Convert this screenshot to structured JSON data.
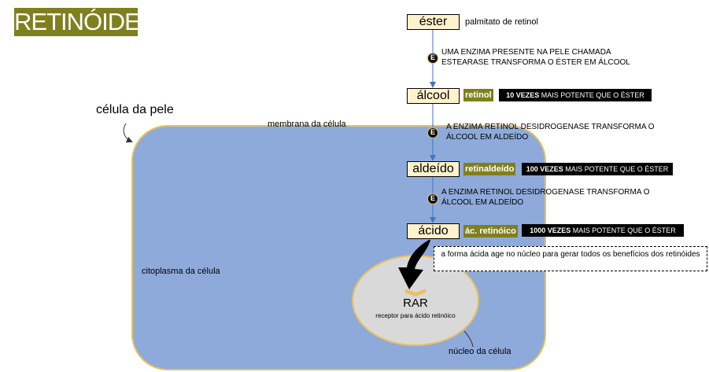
{
  "title": "RETINÓIDES",
  "labels": {
    "skin": "célula da pele",
    "membrane": "membrana da célula",
    "cytoplasm": "citoplasma da célula",
    "nucleus": "núcleo da célula"
  },
  "stages": {
    "ester": {
      "box": "éster",
      "name": "palmitato de retinol"
    },
    "alcool": {
      "box": "álcool",
      "name": "retinol",
      "potency_bold": "10 VEZES",
      "potency_rest": " MAIS POTENTE QUE O ÉSTER"
    },
    "aldeido": {
      "box": "aldeído",
      "name": "retinaldeído",
      "potency_bold": "100 VEZES",
      "potency_rest": " MAIS POTENTE QUE O ÉSTER"
    },
    "acido": {
      "box": "ácido",
      "name": "ác. retinóico",
      "potency_bold": "1000 VEZES",
      "potency_rest": " MAIS POTENTE QUE O ÉSTER"
    }
  },
  "enzyme_symbol": "E",
  "steps": {
    "step1": "UMA ENZIMA PRESENTE NA PELE CHAMADA ESTEARASE TRANSFORMA O ÉSTER EM ÁLCOOL",
    "step2": "A ENZIMA RETINOL DESIDROGENASE TRANSFORMA O ÁLCOOL EM ALDEÍDO",
    "step3": "A ENZIMA RETINOL DESIDROGENASE TRANSFORMA O ÁLCOOL EM ALDEÍDO"
  },
  "note": "a forma ácida age no núcleo para gerar todos os benefícios dos retinóides",
  "receptor": {
    "title": "RAR",
    "subtitle": "receptor para ácido retinóico"
  },
  "colors": {
    "olive": "#7f7f1f",
    "cell_fill": "#8eaadb",
    "cell_border": "#e8c15c",
    "nucleus_fill": "#d9d9d9",
    "box_fill": "#fff2cc",
    "arrow": "#4472c4"
  }
}
